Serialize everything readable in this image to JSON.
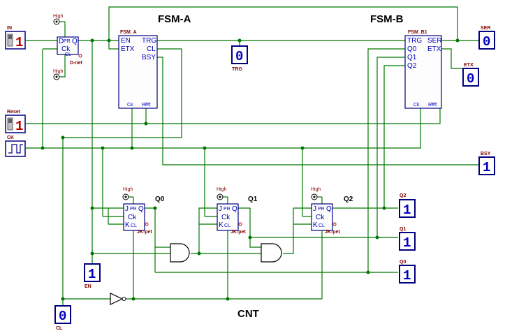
{
  "titles": {
    "fsm_a": "FSM-A",
    "fsm_b": "FSM-B",
    "cnt": "CNT"
  },
  "inputs": {
    "in": {
      "label": "IN",
      "value": "1"
    },
    "reset": {
      "label": "Reset",
      "value": "1"
    },
    "ck": {
      "label": "CK"
    }
  },
  "outputs": {
    "ser": {
      "label": "SER",
      "value": "0"
    },
    "etx": {
      "label": "ETX",
      "value": "0"
    },
    "trg": {
      "label": "TRG",
      "value": "0"
    },
    "bsy": {
      "label": "BSY",
      "value": "1"
    },
    "q2": {
      "label": "Q2",
      "value": "1"
    },
    "q1": {
      "label": "Q1",
      "value": "1"
    },
    "q0": {
      "label": "Q0",
      "value": "1"
    },
    "en": {
      "label": "EN",
      "value": "1"
    },
    "cl": {
      "label": "CL",
      "value": "0"
    }
  },
  "high_label": "High",
  "dff": {
    "name": "D-net",
    "d": "D",
    "pr": "PR",
    "q": "Q",
    "ck": "Ck",
    "cl": "CL"
  },
  "fsm_a_block": {
    "name": "FSM_A",
    "en": "EN",
    "etx": "ETX",
    "trg": "TRG",
    "cl": "CL",
    "bsy": "BSY",
    "ck": "Ck",
    "res": "Res"
  },
  "fsm_b_block": {
    "name": "FSM_B1",
    "trg": "TRG",
    "q0": "Q0",
    "q1": "Q1",
    "q2": "Q2",
    "ser": "SER",
    "etx": "ETX",
    "ck": "Ck",
    "res": "Res"
  },
  "jkff": {
    "name": "JK-pet",
    "j": "J",
    "pr": "PR",
    "q": "Q",
    "ck": "Ck",
    "k": "K",
    "cl": "CL"
  },
  "ff_labels": {
    "q0": "Q0",
    "q1": "Q1",
    "q2": "Q2"
  }
}
